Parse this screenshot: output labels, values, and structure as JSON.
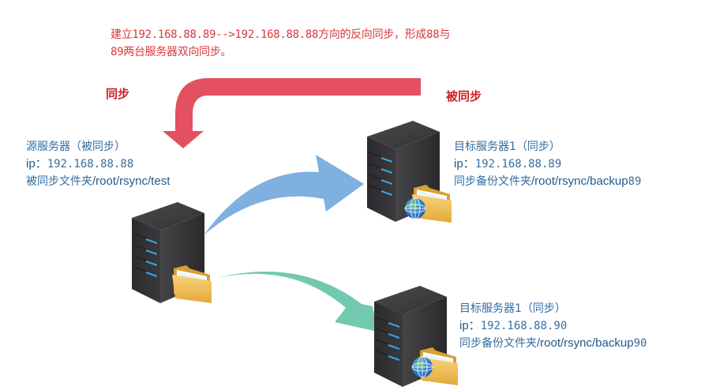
{
  "note": {
    "line1": "建立192.168.88.89-->192.168.88.88方向的反向同步，形成88与",
    "line2": "89两台服务器双向同步。"
  },
  "labels": {
    "sync_left": "同步",
    "synced_right": "被同步"
  },
  "source_server": {
    "title": "源服务器（被同步）",
    "ip_label": "ip：",
    "ip": "192.168.88.88",
    "folder_prefix": "被同步文件夹",
    "folder_path": "/root/rsync/test"
  },
  "target_server_1": {
    "title": "目标服务器1（同步）",
    "ip_label": "ip：",
    "ip": "192.168.88.89",
    "folder_prefix": "同步备份文件夹",
    "folder_path": "/root/rsync/backup",
    "folder_suffix": "89"
  },
  "target_server_2": {
    "title": "目标服务器1（同步）",
    "ip_label": "ip：",
    "ip": "192.168.88.90",
    "folder_prefix": "同步备份文件夹",
    "folder_path": "/root/rsync/backup",
    "folder_suffix": "90"
  },
  "colors": {
    "reverse_arrow": "#e35061",
    "blue_arrow": "#7eb0e0",
    "green_arrow": "#72c9b0",
    "note_text": "#d9383a",
    "info_text": "#2f6da3"
  }
}
